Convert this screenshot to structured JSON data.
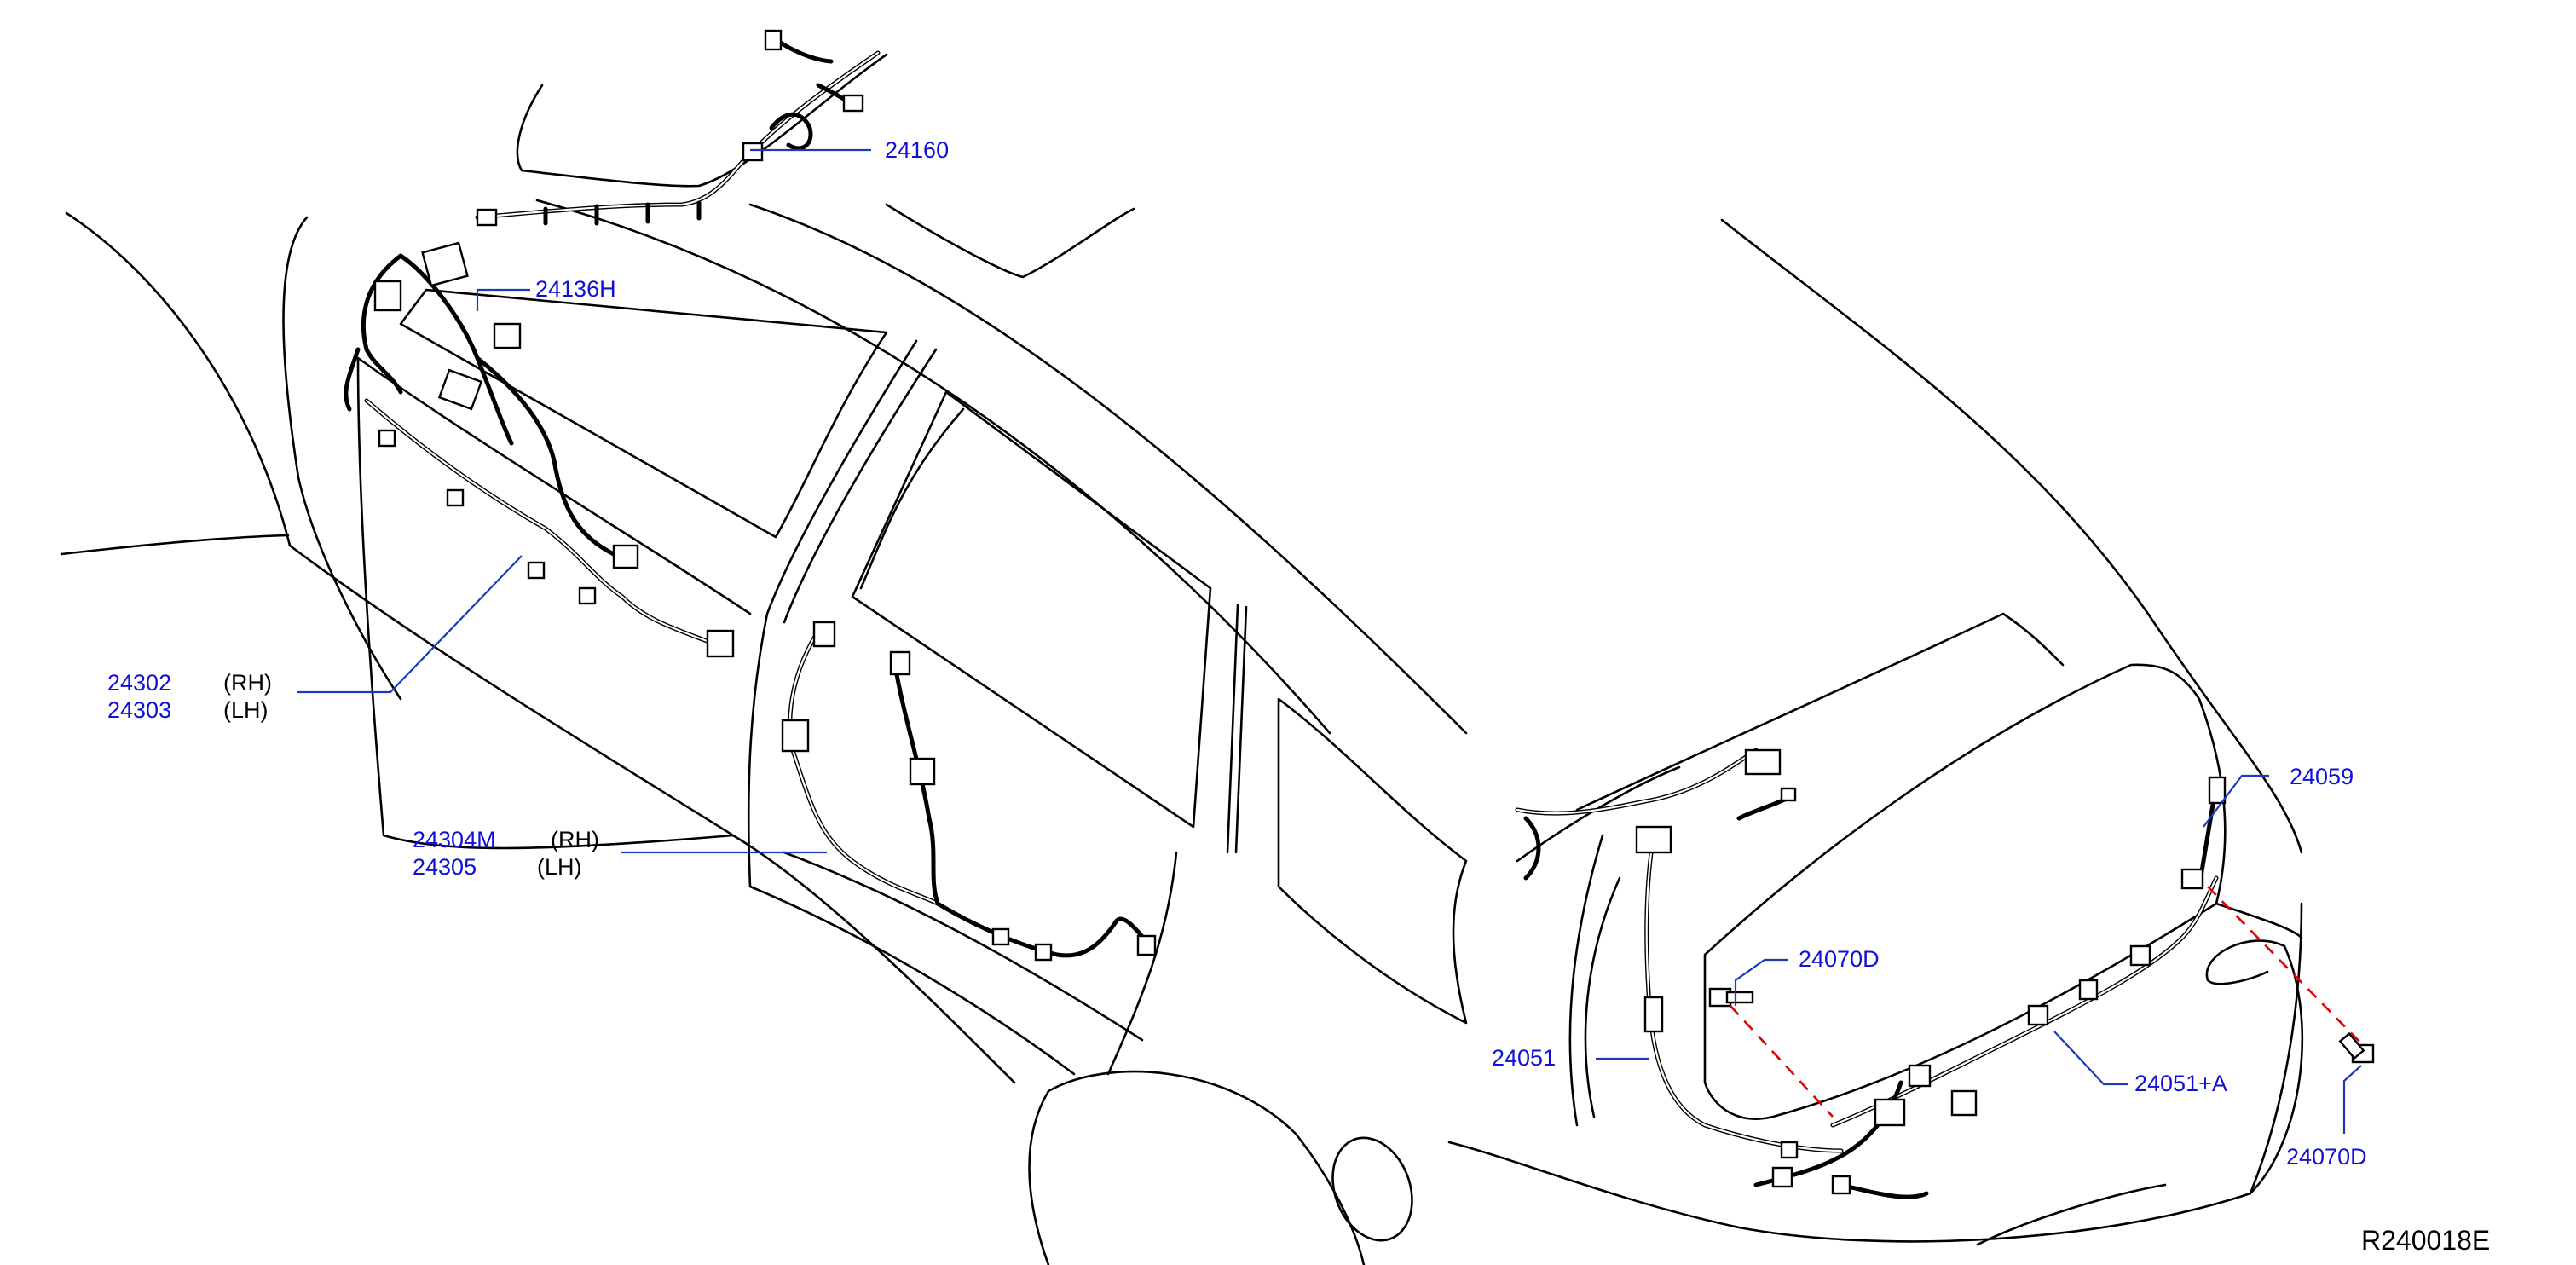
{
  "parts": {
    "p24160": "24160",
    "p24136H": "24136H",
    "p24302": "24302",
    "p24302_side": "(RH)",
    "p24303": "24303",
    "p24303_side": "(LH)",
    "p24304M": "24304M",
    "p24304M_side": "(RH)",
    "p24305": "24305",
    "p24305_side": "(LH)",
    "p24059": "24059",
    "p24070D_upper": "24070D",
    "p24051": "24051",
    "p24051A": "24051+A",
    "p24070D_lower": "24070D"
  },
  "diagram_ref": "R240018E",
  "colors": {
    "part_label": "#1010d8",
    "leader_line": "#1a3ab8",
    "dashed_guide": "#e00000",
    "outline": "#000000",
    "background": "#ffffff"
  }
}
